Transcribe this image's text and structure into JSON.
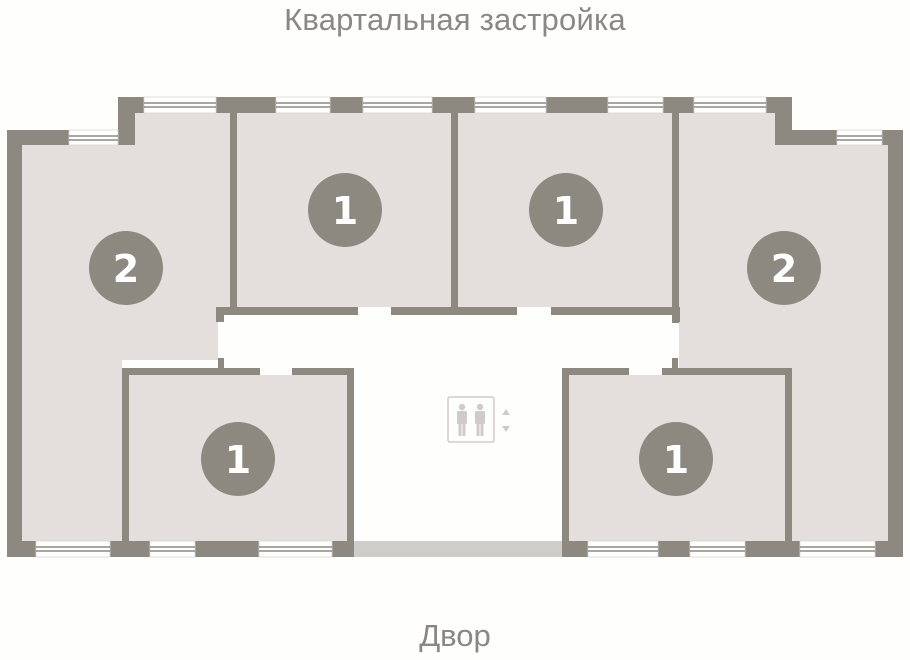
{
  "labels": {
    "top": "Квартальная застройка",
    "bottom": "Двор"
  },
  "colors": {
    "wall": "#8d8880",
    "room_fill": "#e4dfdd",
    "corridor_fill": "#ffffff",
    "badge": "#8d8880",
    "badge_text": "#ffffff",
    "label_text": "#8a8785",
    "balcony_strip": "#d0ccca"
  },
  "apartments": [
    {
      "id": "apt-top-left-2",
      "rooms": "2",
      "position": "left corner"
    },
    {
      "id": "apt-top-1a",
      "rooms": "1",
      "position": "top second"
    },
    {
      "id": "apt-top-1b",
      "rooms": "1",
      "position": "top third"
    },
    {
      "id": "apt-top-right-2",
      "rooms": "2",
      "position": "right corner"
    },
    {
      "id": "apt-bottom-1a",
      "rooms": "1",
      "position": "bottom left"
    },
    {
      "id": "apt-bottom-1b",
      "rooms": "1",
      "position": "bottom right"
    }
  ],
  "core": {
    "icon": "elevator-icon",
    "arrows": "up-down-arrows-icon"
  }
}
